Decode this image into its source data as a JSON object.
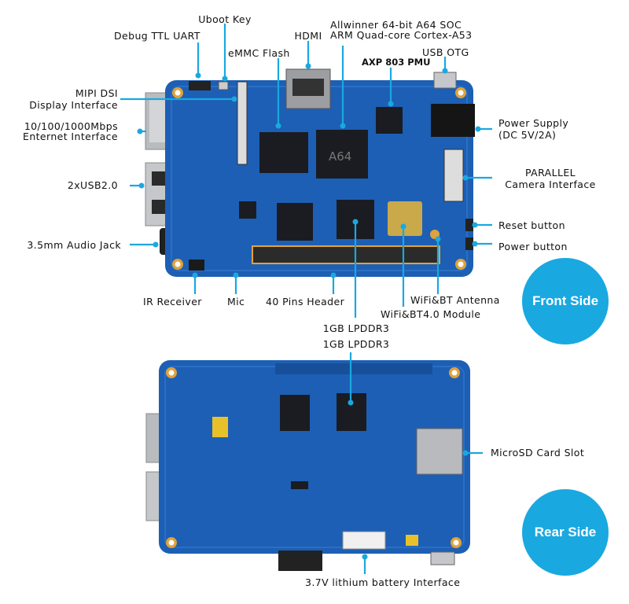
{
  "front": {
    "labels": {
      "uboot_key": "Uboot Key",
      "debug_uart": "Debug TTL UART",
      "hdmi": "HDMI",
      "soc_line1": "Allwinner 64-bit A64 SOC",
      "soc_line2": "ARM Quad-core Cortex-A53",
      "emmc": "eMMC Flash",
      "usb_otg": "USB OTG",
      "pmu": "AXP 803 PMU",
      "mipi_line1": "MIPI DSI",
      "mipi_line2": "Display Interface",
      "ethernet_line1": "10/100/1000Mbps",
      "ethernet_line2": "Enternet Interface",
      "power_line1": "Power Supply",
      "power_line2": "(DC 5V/2A)",
      "usb2": "2xUSB2.0",
      "camera_line1": "PARALLEL",
      "camera_line2": "Camera Interface",
      "reset": "Reset button",
      "audio": "3.5mm Audio Jack",
      "power_btn": "Power button",
      "ir": "IR Receiver",
      "mic": "Mic",
      "header": "40 Pins Header",
      "antenna": "WiFi&BT Antenna",
      "wifi_module": "WiFi&BT4.0 Module",
      "lpddr3": "1GB LPDDR3"
    },
    "badge": "Front Side",
    "chip_text": "A64"
  },
  "rear": {
    "labels": {
      "lpddr3": "1GB LPDDR3",
      "microsd": "MicroSD Card Slot",
      "battery": "3.7V lithium battery Interface"
    },
    "badge": "Rear Side"
  },
  "colors": {
    "pcb": "#1d5fb4",
    "pcb_dark": "#174f99",
    "callout": "#1aa8e0",
    "badge": "#1aa8e0",
    "chip": "#1a1c22",
    "gold": "#e0a23a"
  }
}
